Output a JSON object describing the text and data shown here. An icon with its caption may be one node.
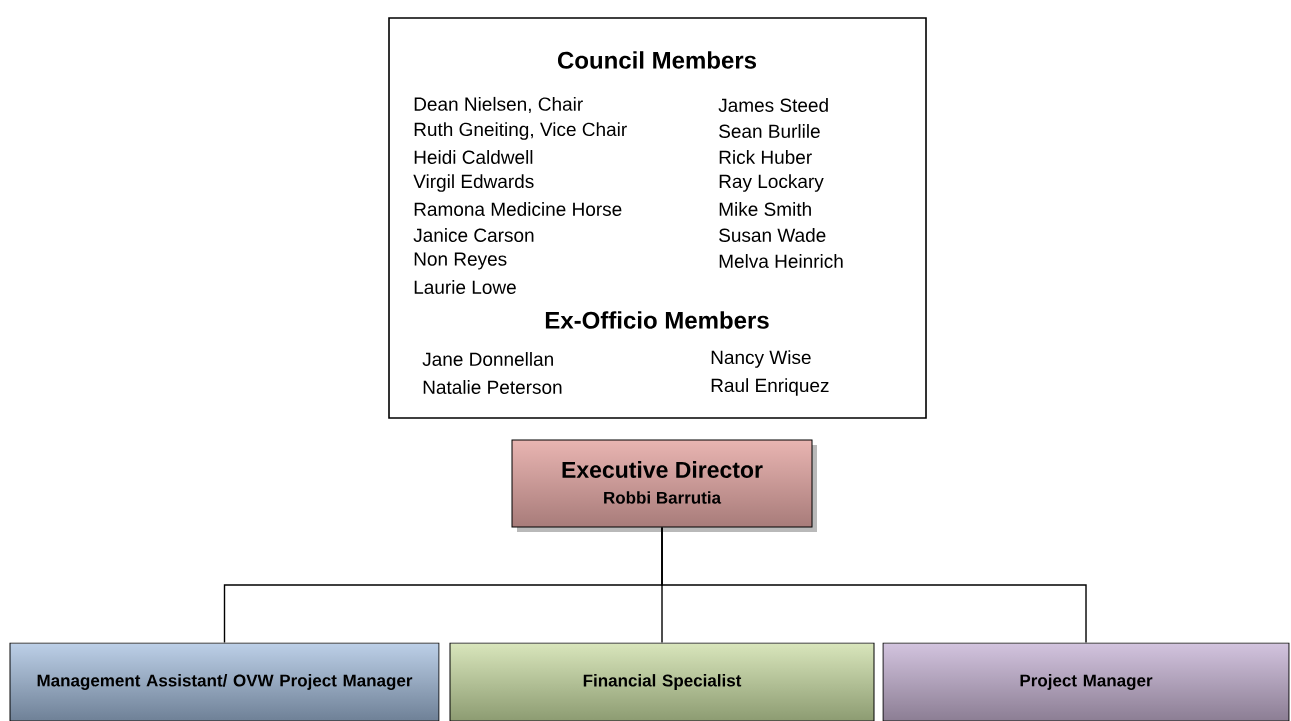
{
  "diagram": {
    "nodes": [
      {
        "text": [
          "Council Members",
          "Dean Nielsen, Chair",
          "Ruth Gneiting, Vice Chair",
          "Heidi Caldwell",
          "Virgil Edwards",
          "Ramona Medicine Horse",
          "Janice Carson",
          "Non Reyes",
          "Laurie Lowe",
          "James Steed",
          "Sean Burlile",
          "Rick Huber",
          "Ray Lockary",
          "Mike Smith",
          "Susan Wade",
          "Melva Heinrich",
          "Ex-Officio Members",
          "Jane Donnellan",
          "Natalie Peterson",
          "Nancy Wise",
          "Raul Enriquez"
        ]
      },
      {
        "text": [
          "Executive Director",
          "Robbi Barrutia"
        ]
      },
      {
        "text": [
          "Management Assistant/ OVW Project Manager"
        ]
      },
      {
        "text": [
          "Financial Specialist"
        ]
      },
      {
        "text": [
          "Project Manager"
        ]
      }
    ],
    "edges": [
      {
        "from": 1,
        "to": 2,
        "arrow": "none"
      },
      {
        "from": 1,
        "to": 3,
        "arrow": "none"
      },
      {
        "from": 1,
        "to": 4,
        "arrow": "none"
      }
    ]
  }
}
